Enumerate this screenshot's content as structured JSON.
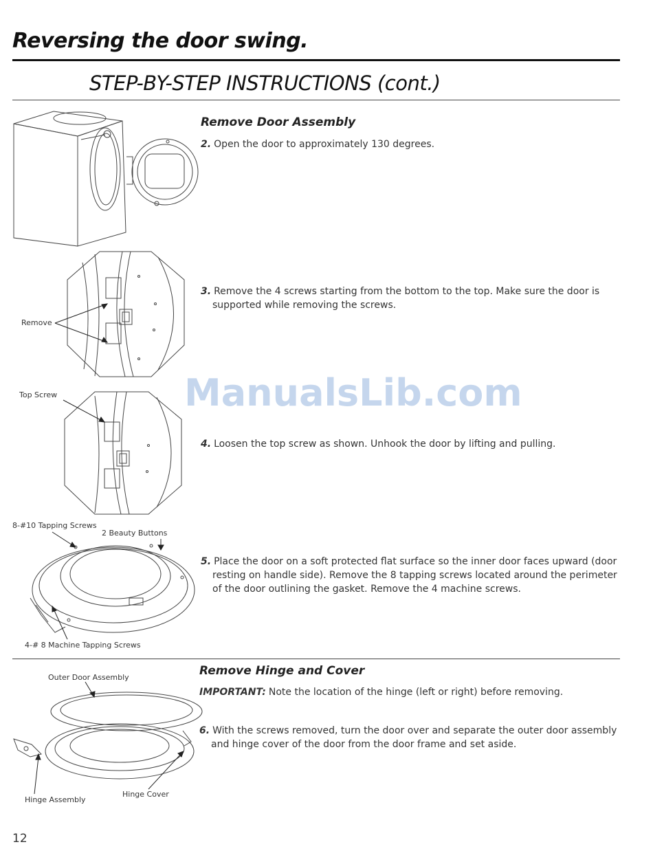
{
  "header": {
    "title": "Reversing the door swing.",
    "subtitle": "STEP-BY-STEP INSTRUCTIONS (cont.)"
  },
  "section1": {
    "heading": "Remove Door Assembly",
    "steps": [
      {
        "num": "2.",
        "text": "Open the door to approximately 130 degrees."
      },
      {
        "num": "3.",
        "text": "Remove the 4 screws starting from the bottom to the top. Make sure the door is supported while removing the screws."
      },
      {
        "num": "4.",
        "text": "Loosen the top screw as shown. Unhook the door by lifting and pulling."
      },
      {
        "num": "5.",
        "text": "Place the door on a soft protected flat surface so the inner door faces upward (door resting on handle side). Remove the 8 tapping screws located around the perimeter of the door outlining the gasket. Remove the 4 machine screws."
      }
    ]
  },
  "section2": {
    "heading": "Remove Hinge and Cover",
    "important_label": "IMPORTANT:",
    "important_text": "Note the location of the hinge (left or right) before removing.",
    "steps": [
      {
        "num": "6.",
        "text": "With the screws removed, turn the door over and separate the outer door assembly and hinge cover of the door from the door frame and set aside."
      }
    ]
  },
  "figure_labels": {
    "remove": "Remove",
    "top_screw": "Top Screw",
    "tapping_screws": "8-#10 Tapping Screws",
    "beauty_buttons": "2 Beauty Buttons",
    "machine_screws": "4-# 8 Machine Tapping Screws",
    "outer_door": "Outer Door Assembly",
    "hinge_assembly": "Hinge Assembly",
    "hinge_cover": "Hinge Cover"
  },
  "watermark": "ManualsLib.com",
  "page_number": "12"
}
